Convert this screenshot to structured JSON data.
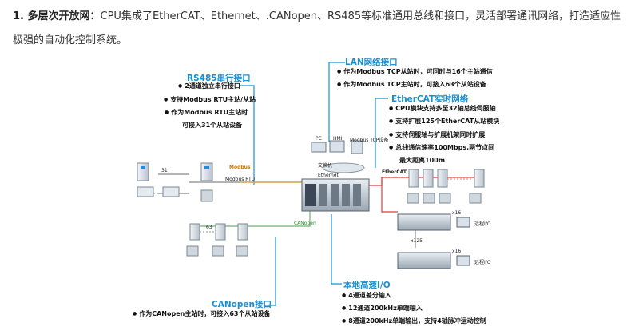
{
  "intro": {
    "heading": "1. 多层次开放网：",
    "text": "CPU集成了EtherCAT、Ethernet、.CANopen、RS485等标准通用总线和接口，灵活部署通讯网络，打造适应性极强的自动化控制系统。"
  },
  "diagram": {
    "rs485": {
      "title": "RS485串行接口",
      "items": [
        "2通道独立串行接口",
        "支持Modbus RTU主站/从站",
        "作为Modbus RTU主站时",
        "可接入31个从站设备"
      ]
    },
    "lan": {
      "title": "LAN网络接口",
      "items": [
        "作为Modbus  TCP从站时，可同时与16个主站通信",
        "作为Modbus TCP主站时，可接入63个从站设备"
      ]
    },
    "ethercat": {
      "title": "EtherCAT实时网络",
      "items": [
        "CPU模块支持多至32轴总线伺服轴",
        "支持扩展125个EtherCAT从站模块",
        "支持伺服轴与扩展机架同时扩展",
        "总线通信速率100Mbps,两节点间",
        "最大距离100m"
      ]
    },
    "canopen": {
      "title": "CANopen接口",
      "items": [
        "作为CANopen主站时，可接入63个从站设备"
      ]
    },
    "localio": {
      "title": "本地高速I/O",
      "items": [
        "4通道差分输入",
        "12通道200kHz单端输入",
        "8通道200kHz单端输出，支持4轴脉冲运动控制"
      ]
    },
    "small_labels": {
      "modbus_logo": "Modbus",
      "modbus_rtu": "Modbus RTU",
      "num_31": "31",
      "ethernet": "Ethernet",
      "canopen_tag": "CANopen",
      "num_63": "63",
      "ethercat_logo": "EtherCAT",
      "x16": "x16",
      "x16b": "x16",
      "remote_io_a": "远程I/O",
      "remote_io_b": "远程I/O",
      "x125": "x125",
      "pc_a": "PC",
      "pc_b": "HMI",
      "pc_c": "Modbus TCP设备",
      "switch": "交换机"
    }
  }
}
